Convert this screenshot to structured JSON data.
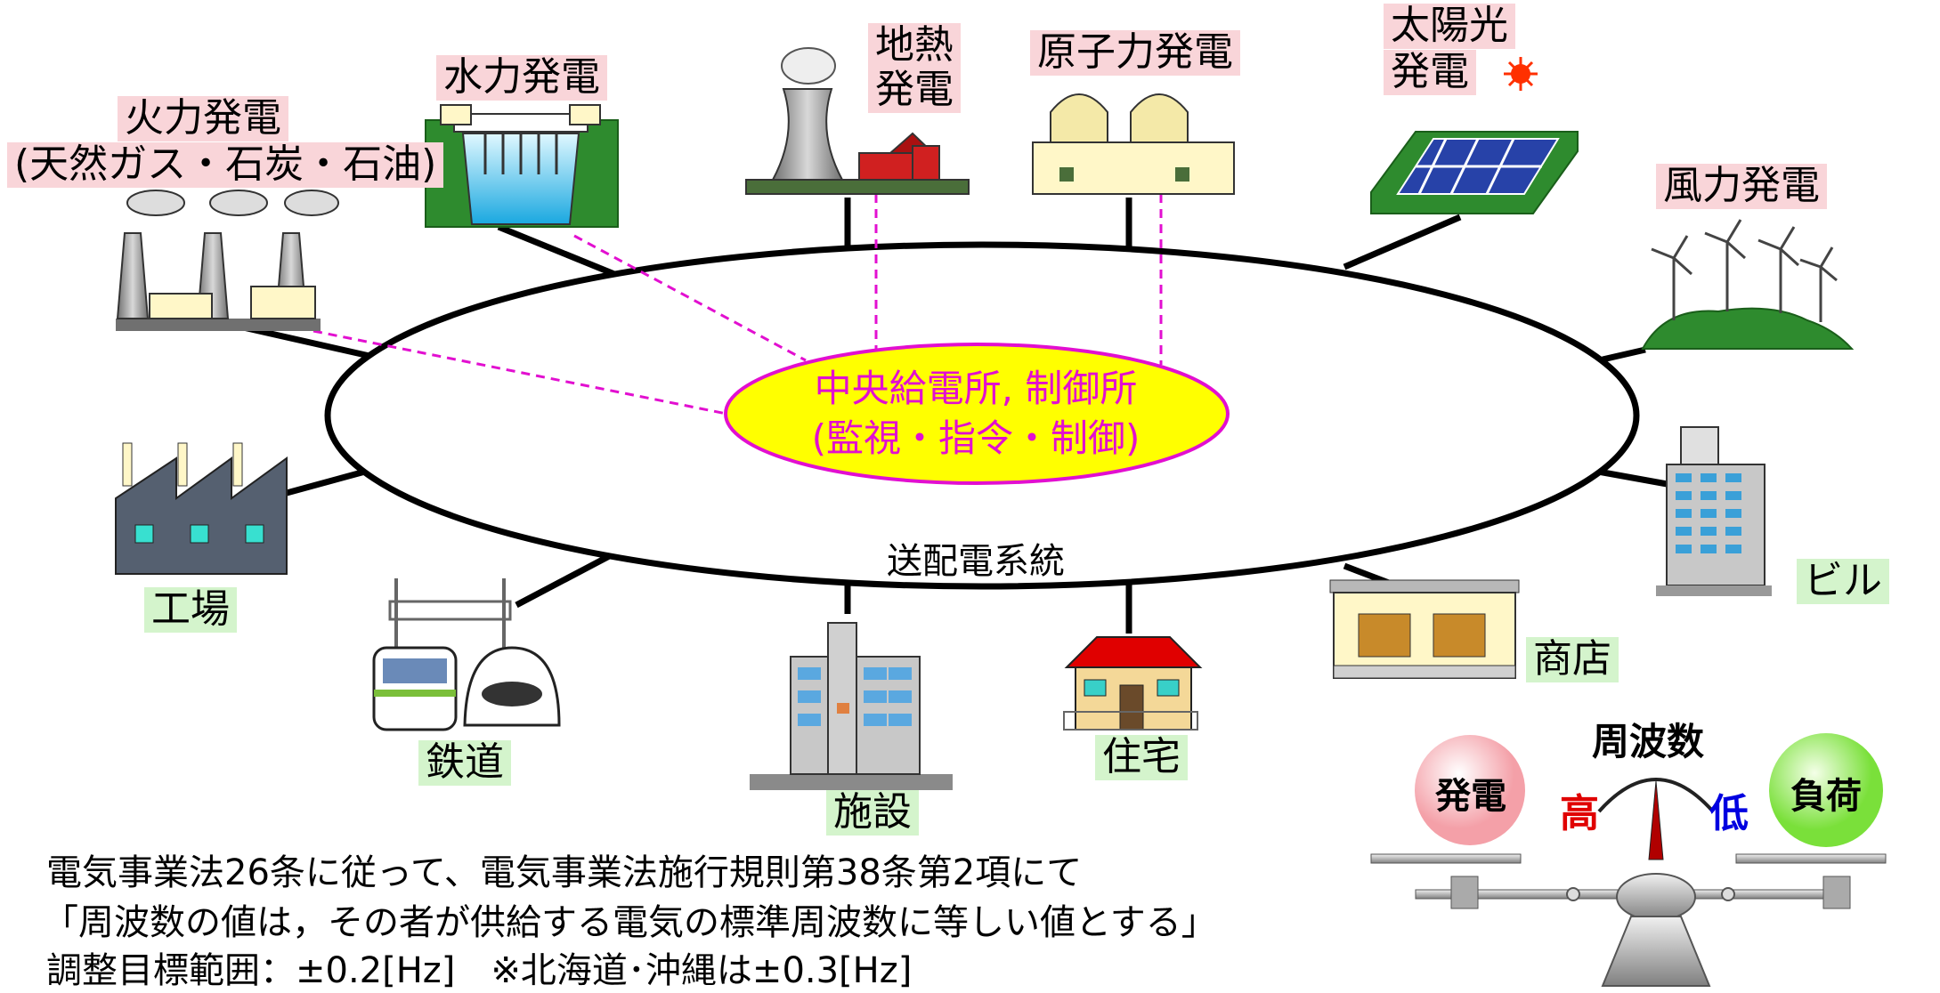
{
  "labels": {
    "thermal": [
      "火力発電",
      "(天然ガス・石炭・石油)"
    ],
    "hydro": "水力発電",
    "geothermal": [
      "地熱",
      "発電"
    ],
    "nuclear": "原子力発電",
    "solar": [
      "太陽光",
      "発電"
    ],
    "wind": "風力発電",
    "factory": "工場",
    "railway": "鉄道",
    "facility": "施設",
    "house": "住宅",
    "shop": "商店",
    "building": "ビル",
    "grid": "送配電系統"
  },
  "center": [
    "中央給電所, 制御所",
    "(監視・指令・制御)"
  ],
  "notes": [
    "電気事業法26条に従って、電気事業法施行規則第38条第2項にて",
    "「周波数の値は，その者が供給する電気の標準周波数に等しい値とする」",
    "調整目標範囲：±0.2[Hz]　※北海道･沖縄は±0.3[Hz]"
  ],
  "balance": {
    "title": "周波数",
    "generation": "発電",
    "load": "負荷",
    "high": "高",
    "low": "低"
  },
  "colors": {
    "pink_label_bg": "#f9d5d9",
    "green_label_bg": "#d4f4cc",
    "control_center_fill": "#ffff00",
    "control_line": "#e20fd0",
    "high": "#e00000",
    "low": "#0000e0"
  }
}
